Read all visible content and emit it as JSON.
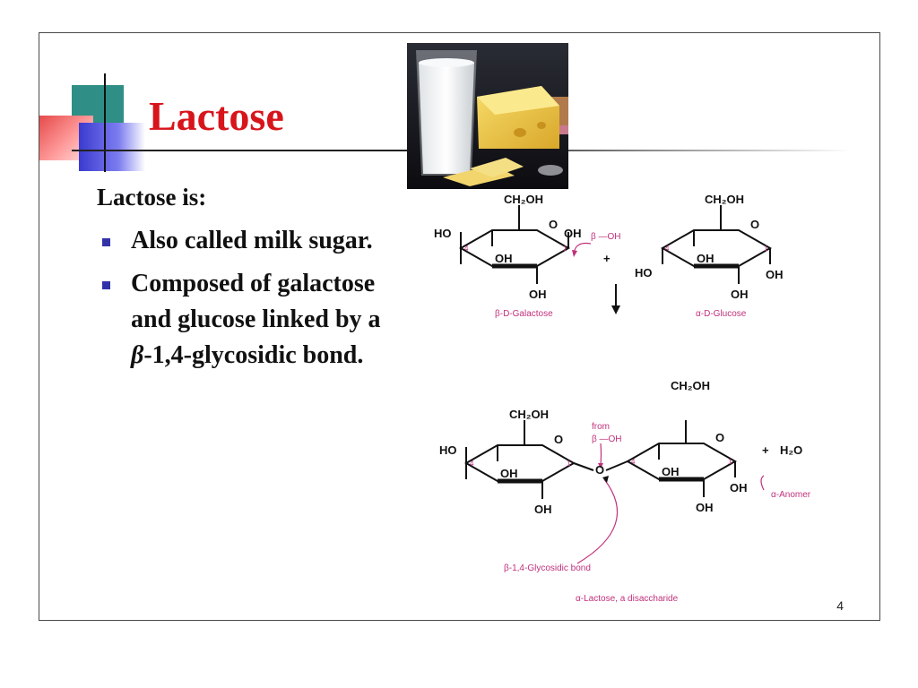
{
  "slide": {
    "title": "Lactose",
    "intro": "Lactose is:",
    "bullets": [
      {
        "parts": [
          "Also called milk sugar."
        ]
      },
      {
        "parts": [
          "Composed of galactose and glucose linked by a ",
          "β",
          "-1,4-glycosidic bond."
        ]
      }
    ],
    "page_number": "4"
  },
  "diagram": {
    "ch2oh": "CH₂OH",
    "oh": "OH",
    "ho": "HO",
    "o": "O",
    "plus": "+",
    "water": "H₂O",
    "beta_oh": "β —OH",
    "from_label": "from",
    "galactose_label": "β-D-Galactose",
    "glucose_label": "α-D-Glucose",
    "bond_label": "β-1,4-Glycosidic bond",
    "anomer_label": "α-Anomer",
    "product_label": "α-Lactose, a disaccharide",
    "carbon_1": "1",
    "carbon_4": "4"
  },
  "colors": {
    "title": "#d7151b",
    "bullet": "#3333a8",
    "annotation": "#c0307c",
    "teal": "#2f8f86"
  }
}
